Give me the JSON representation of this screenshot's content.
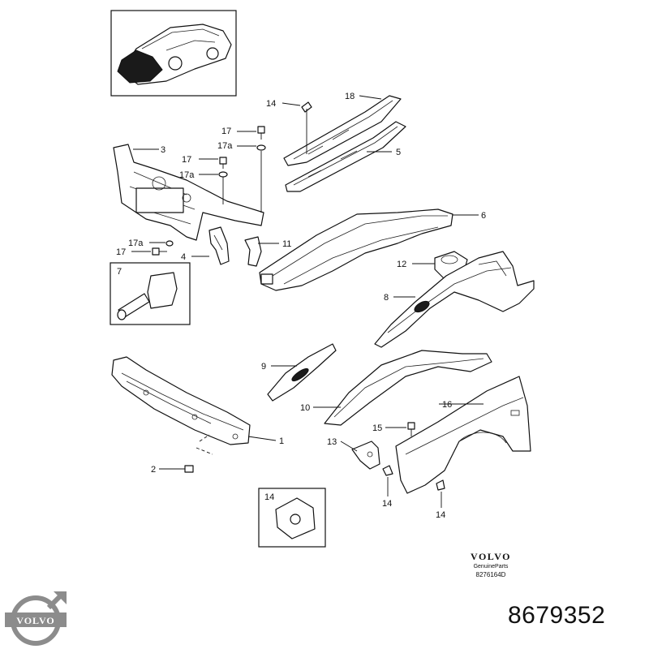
{
  "callouts": {
    "c1": "1",
    "c2": "2",
    "c3": "3",
    "c4": "4",
    "c5": "5",
    "c6": "6",
    "c7": "7",
    "c8": "8",
    "c9": "9",
    "c10": "10",
    "c11": "11",
    "c12": "12",
    "c13": "13",
    "c14a": "14",
    "c14b": "14",
    "c14c": "14",
    "c14d": "14",
    "c15": "15",
    "c16": "16",
    "c17a": "17",
    "c17b": "17",
    "c17c": "17",
    "c17aA": "17a",
    "c17aB": "17a",
    "c17aC": "17a",
    "c18": "18"
  },
  "brand": {
    "name": "VOLVO",
    "tagline": "GenuineParts",
    "drawing_code": "8276164D"
  },
  "logo": {
    "wordmark": "VOLVO",
    "icon": "volvo-iron-mark-icon"
  },
  "part_number": "8679352",
  "colors": {
    "ink": "#111111",
    "background": "#ffffff",
    "logo_gray": "#8c8c8c"
  }
}
